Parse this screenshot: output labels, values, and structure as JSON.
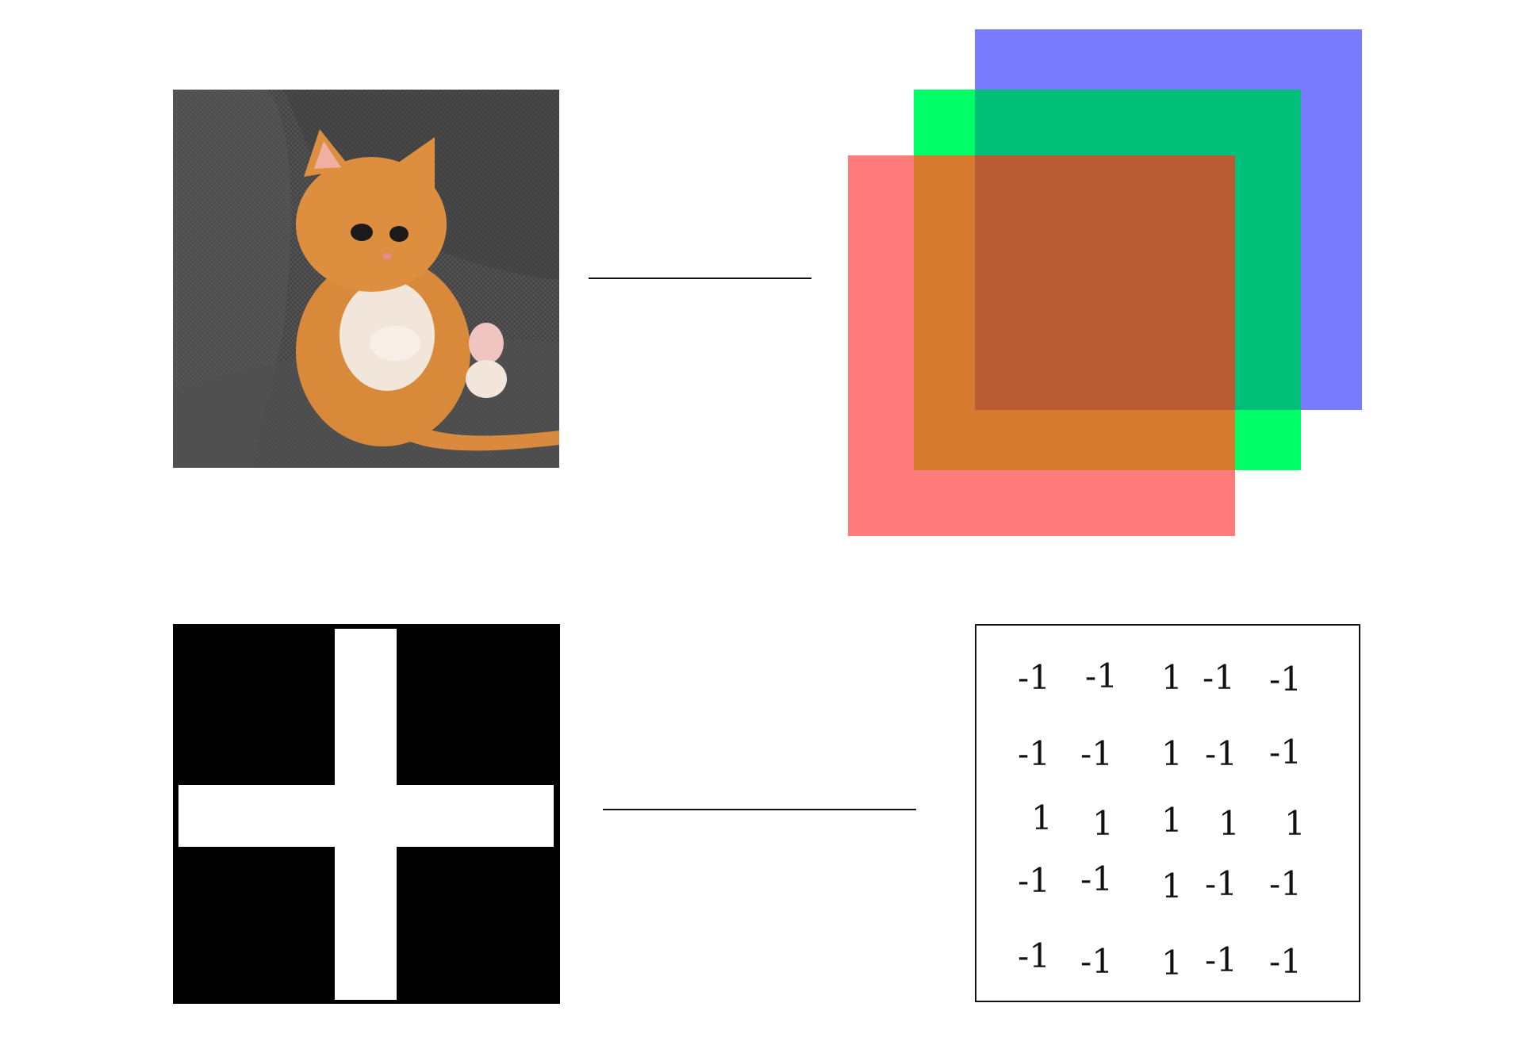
{
  "kitten_photo": {
    "subject": "orange kitten sitting on grey couch"
  },
  "rgb_channels": {
    "colors": {
      "red": "#ff0000",
      "green": "#00ff66",
      "blue": "#0000ff"
    }
  },
  "cross_image": {
    "colors": {
      "background": "#000000",
      "cross": "#ffffff"
    }
  },
  "matrix": {
    "rows": [
      [
        "-1",
        "-1",
        "1",
        "-1",
        "-1"
      ],
      [
        "-1",
        "-1",
        "1",
        "-1",
        "-1"
      ],
      [
        "1",
        "1",
        "1",
        "1",
        "1"
      ],
      [
        "-1",
        "-1",
        "1",
        "-1",
        "-1"
      ],
      [
        "-1",
        "-1",
        "1",
        "-1",
        "-1"
      ]
    ]
  }
}
